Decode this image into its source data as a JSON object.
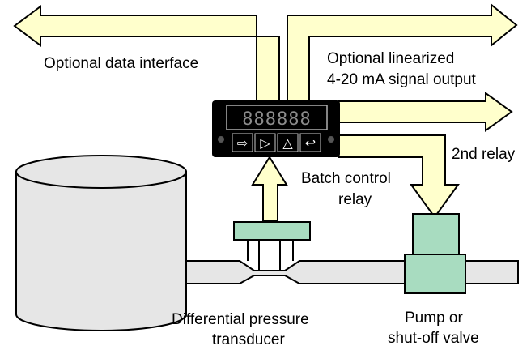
{
  "labels": {
    "optional_data_interface": "Optional data interface",
    "optional_linearized_line1": "Optional linearized",
    "optional_linearized_line2": "4-20 mA signal output",
    "second_relay": "2nd relay",
    "batch_control_line1": "Batch control",
    "batch_control_line2": "relay",
    "dp_transducer_line1": "Differential pressure",
    "dp_transducer_line2": "transducer",
    "pump_line1": "Pump or",
    "pump_line2": "shut-off valve"
  },
  "meter": {
    "display_value": "888888",
    "keys": [
      {
        "icon": "arrow-right-icon",
        "glyph": "⇨"
      },
      {
        "icon": "play-icon",
        "glyph": "▷"
      },
      {
        "icon": "triangle-up-icon",
        "glyph": "△"
      },
      {
        "icon": "return-arrow-icon",
        "glyph": "↩"
      }
    ]
  },
  "colors": {
    "arrow_fill": "#ffffcc",
    "tank_fill": "#e6e6e6",
    "equipment_fill": "#a8dcc0",
    "meter_body": "#000000",
    "outline": "#000000"
  }
}
